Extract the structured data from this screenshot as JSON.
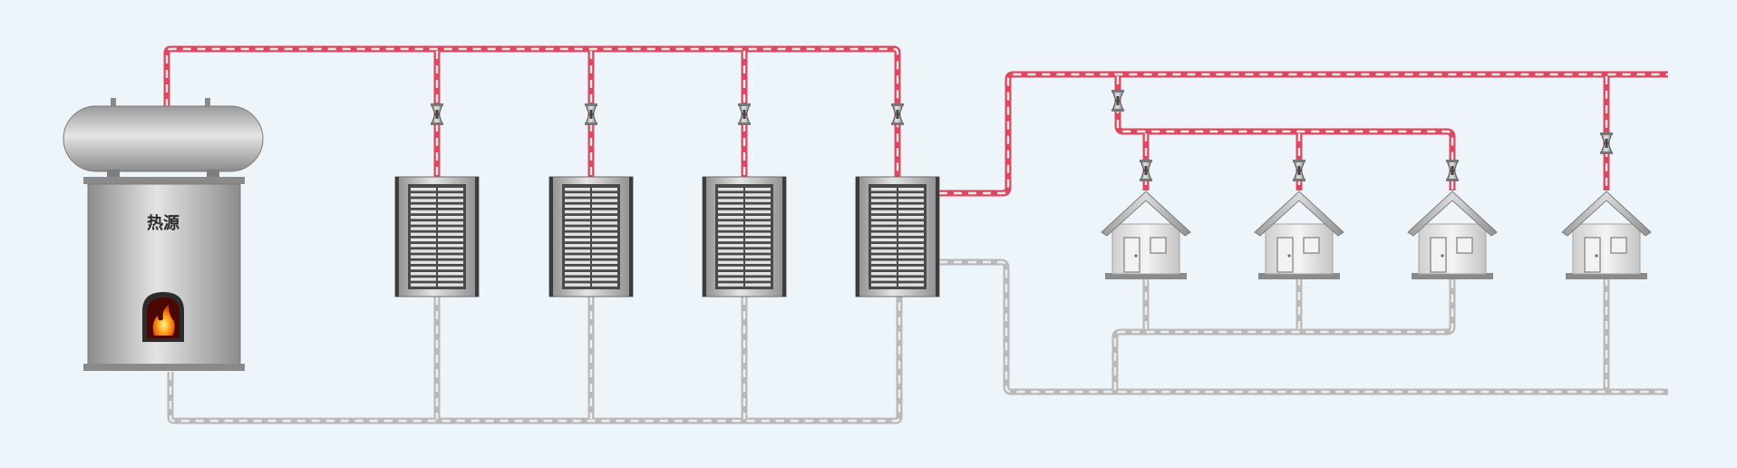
{
  "diagram": {
    "heat_source_label": "热源",
    "colors": {
      "background": "#eef5fa",
      "supply_pipe": "#e0475f",
      "return_pipe": "#b9b9b9",
      "pipe_dash": "#eeeeee",
      "metal_light": "#e4e4e4",
      "metal_dark": "#8c8c8c"
    },
    "icons": {
      "heat_source": "boiler-tank-icon",
      "flame": "fire-icon",
      "exchanger": "heat-exchanger-icon",
      "valve": "valve-icon",
      "house": "house-icon"
    },
    "exchanger_count": 4,
    "house_count": 4
  }
}
